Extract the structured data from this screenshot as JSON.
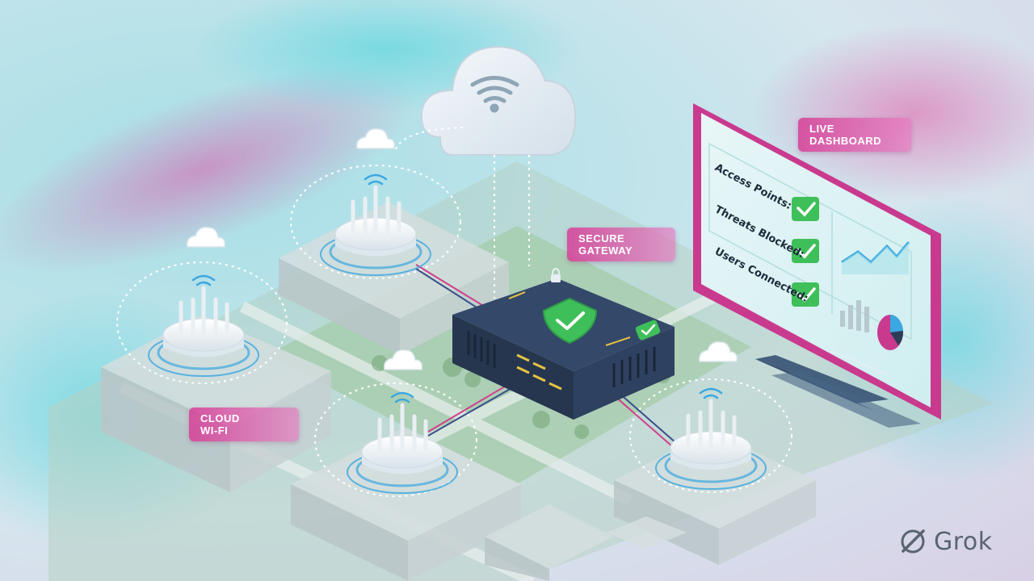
{
  "labels": {
    "cloud_wifi": [
      "CLOUD",
      "WI-FI"
    ],
    "secure_gateway": [
      "SECURE",
      "GATEWAY"
    ],
    "live_dashboard": [
      "LIVE",
      "DASHBOARD"
    ]
  },
  "dashboard": {
    "metrics": [
      {
        "label": "Access Points:",
        "status": "check"
      },
      {
        "label": "Threats Blocked:",
        "status": "check"
      },
      {
        "label": "Users Connected:",
        "status": "check"
      }
    ],
    "widgets": [
      "line-trend",
      "bar-chart",
      "pie-chart"
    ]
  },
  "watermark": {
    "text": "Grok"
  },
  "colors": {
    "accent_magenta": "#d63c96",
    "shield_green": "#3fbf5a",
    "gateway_navy": "#2b3d55",
    "wifi_blue": "#3aa7e0",
    "ground_green": "#9cc79a"
  }
}
